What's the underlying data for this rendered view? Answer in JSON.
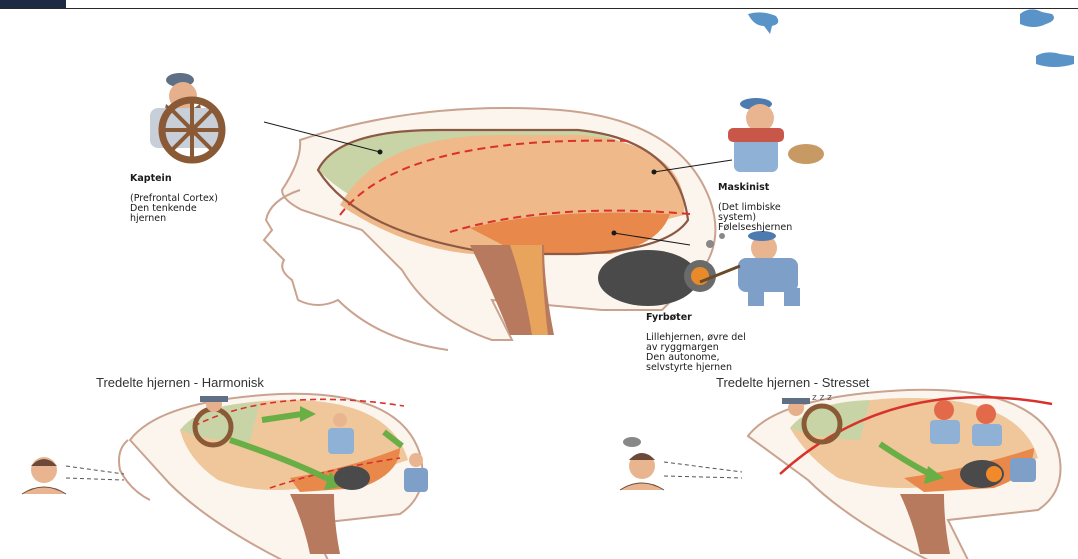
{
  "labels": {
    "kaptein": {
      "title": "Kaptein",
      "body": "(Prefrontal Cortex)\nDen tenkende\nhjernen"
    },
    "maskinist": {
      "title": "Maskinist",
      "body": "(Det limbiske\nsystem)\nFølelseshjernen"
    },
    "fyrboter": {
      "title": "Fyrbøter",
      "body": "Lillehjernen, øvre del\nav ryggmargen\nDen autonome,\nselvstyrte hjernen"
    }
  },
  "panels": {
    "harmonious_title": "Tredelte hjernen - Harmonisk",
    "stressed_title": "Tredelte hjernen - Stresset"
  },
  "colors": {
    "cortex_green": "#c9d4a6",
    "limbic_orange": "#efb98a",
    "stem_orange": "#e8884a",
    "spine_brown": "#b77a5e",
    "dashed_red": "#d9322a",
    "arrow_green": "#6aae46",
    "accent_blue": "#5a93c8"
  }
}
